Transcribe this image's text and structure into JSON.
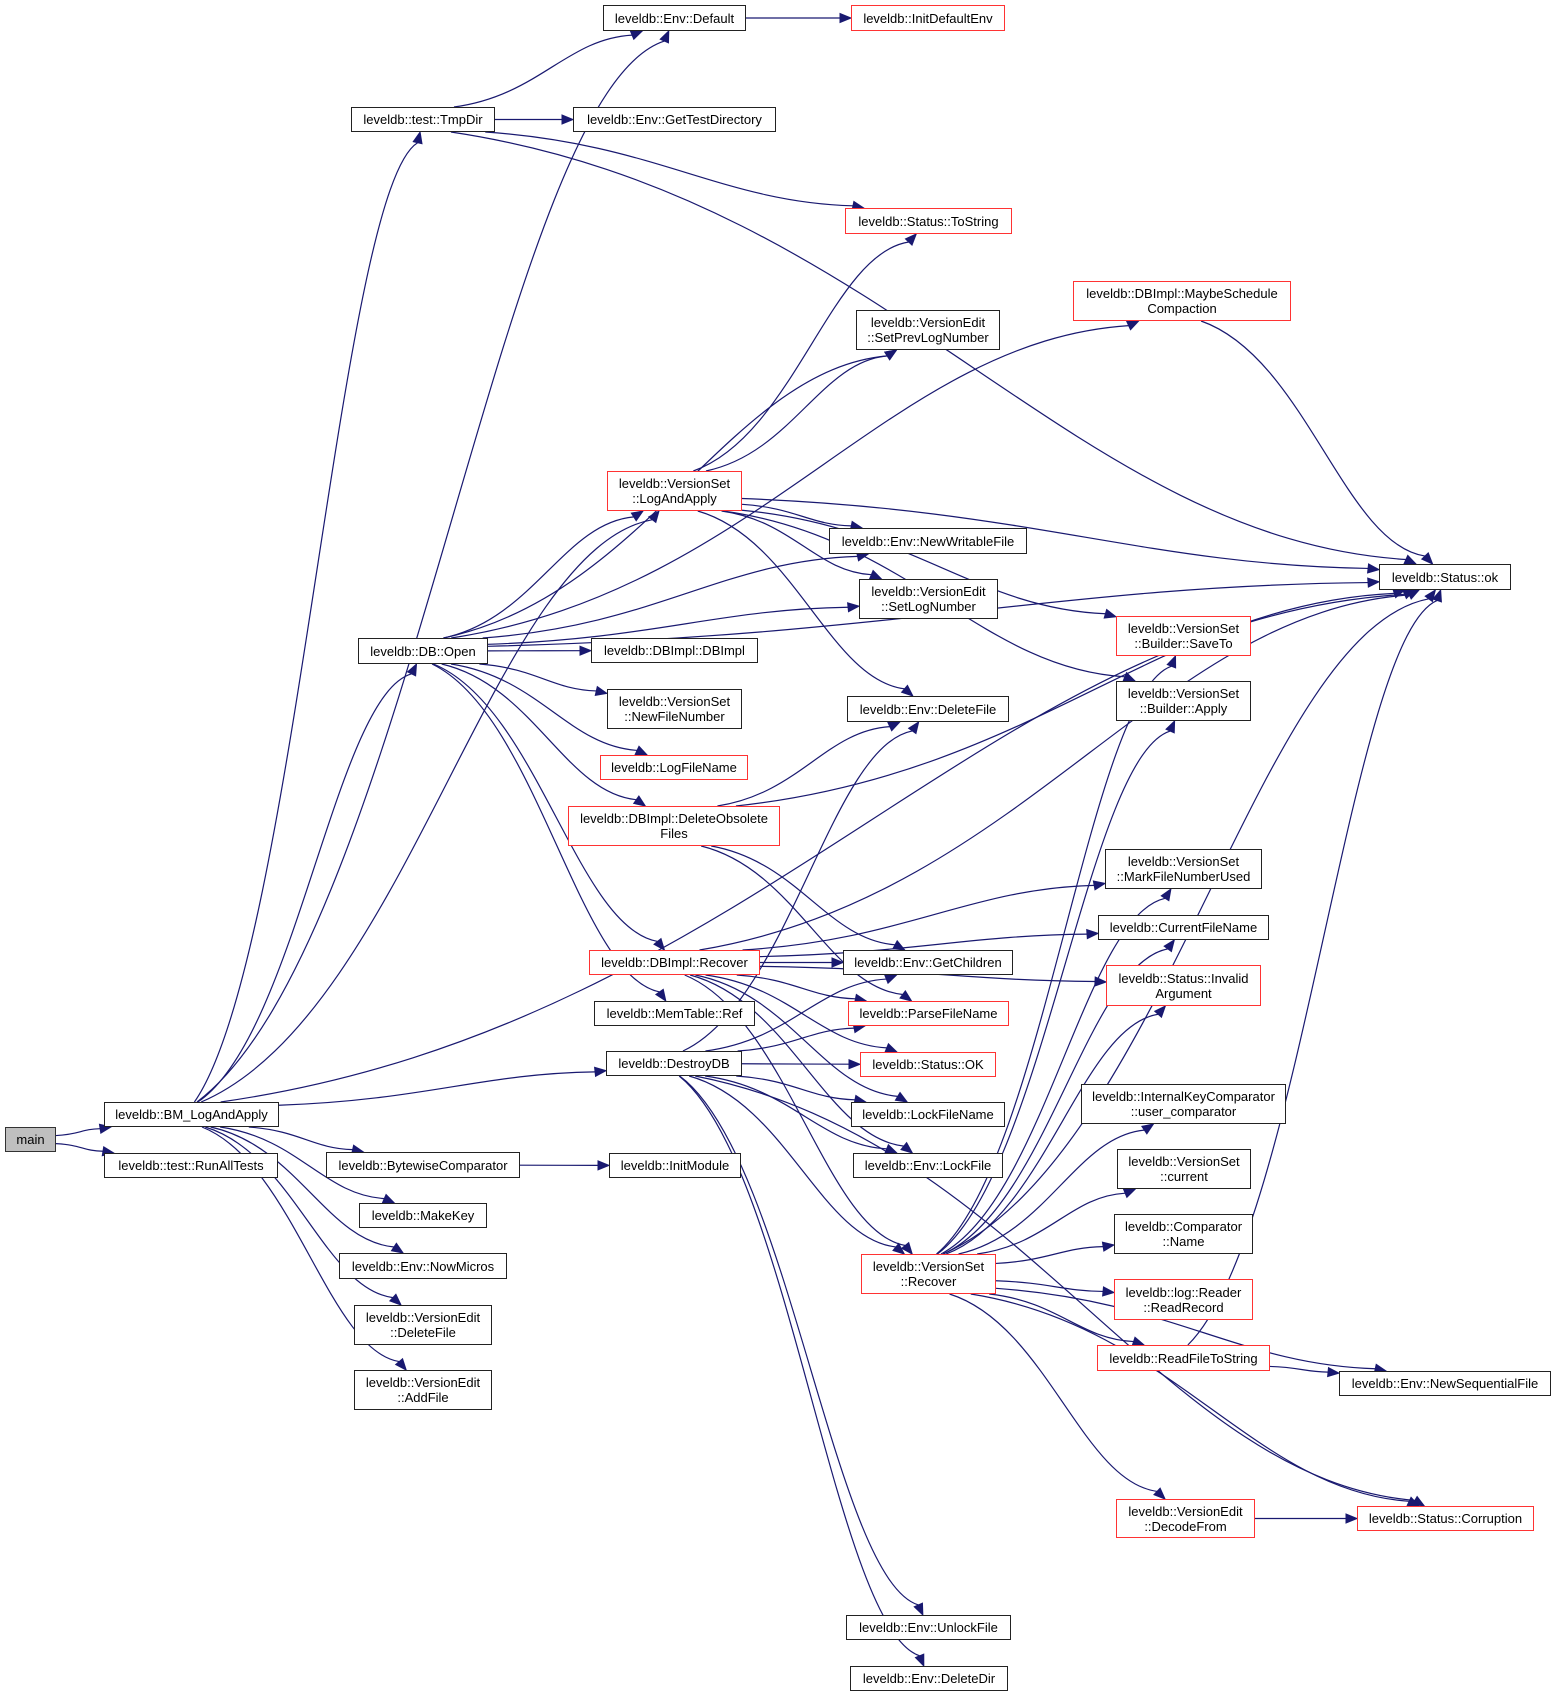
{
  "diagram": {
    "type": "call-graph",
    "colors": {
      "edge": "#191970",
      "node_border": "#222222",
      "node_border_truncated": "#ff3333",
      "root_fill": "#bfbfbf"
    },
    "nodes": [
      {
        "id": "main",
        "lines": [
          "main"
        ],
        "style": "root"
      },
      {
        "id": "bm_logandapply",
        "lines": [
          "leveldb::BM_LogAndApply"
        ],
        "style": "normal"
      },
      {
        "id": "runalltests",
        "lines": [
          "leveldb::test::RunAllTests"
        ],
        "style": "normal"
      },
      {
        "id": "tmpdir",
        "lines": [
          "leveldb::test::TmpDir"
        ],
        "style": "normal"
      },
      {
        "id": "env_default",
        "lines": [
          "leveldb::Env::Default"
        ],
        "style": "normal"
      },
      {
        "id": "initdefaultenv",
        "lines": [
          "leveldb::InitDefaultEnv"
        ],
        "style": "red"
      },
      {
        "id": "gettestdirectory",
        "lines": [
          "leveldb::Env::GetTestDirectory"
        ],
        "style": "normal"
      },
      {
        "id": "status_tostring",
        "lines": [
          "leveldb::Status::ToString"
        ],
        "style": "red"
      },
      {
        "id": "maybeschedule",
        "lines": [
          "leveldb::DBImpl::MaybeSchedule",
          "Compaction"
        ],
        "style": "red"
      },
      {
        "id": "setprevlognumber",
        "lines": [
          "leveldb::VersionEdit",
          "::SetPrevLogNumber"
        ],
        "style": "normal"
      },
      {
        "id": "vs_logandapply",
        "lines": [
          "leveldb::VersionSet",
          "::LogAndApply"
        ],
        "style": "red"
      },
      {
        "id": "newwritablefile",
        "lines": [
          "leveldb::Env::NewWritableFile"
        ],
        "style": "normal"
      },
      {
        "id": "status_ok_lower",
        "lines": [
          "leveldb::Status::ok"
        ],
        "style": "normal"
      },
      {
        "id": "setlognumber",
        "lines": [
          "leveldb::VersionEdit",
          "::SetLogNumber"
        ],
        "style": "normal"
      },
      {
        "id": "db_open",
        "lines": [
          "leveldb::DB::Open"
        ],
        "style": "normal"
      },
      {
        "id": "dbimpl_dbimpl",
        "lines": [
          "leveldb::DBImpl::DBImpl"
        ],
        "style": "normal"
      },
      {
        "id": "builder_saveto",
        "lines": [
          "leveldb::VersionSet",
          "::Builder::SaveTo"
        ],
        "style": "red"
      },
      {
        "id": "newfilenumber",
        "lines": [
          "leveldb::VersionSet",
          "::NewFileNumber"
        ],
        "style": "normal"
      },
      {
        "id": "env_deletefile",
        "lines": [
          "leveldb::Env::DeleteFile"
        ],
        "style": "normal"
      },
      {
        "id": "builder_apply",
        "lines": [
          "leveldb::VersionSet",
          "::Builder::Apply"
        ],
        "style": "normal"
      },
      {
        "id": "logfilename",
        "lines": [
          "leveldb::LogFileName"
        ],
        "style": "red"
      },
      {
        "id": "deleteobsolete",
        "lines": [
          "leveldb::DBImpl::DeleteObsolete",
          "Files"
        ],
        "style": "red"
      },
      {
        "id": "markfilenumberused",
        "lines": [
          "leveldb::VersionSet",
          "::MarkFileNumberUsed"
        ],
        "style": "normal"
      },
      {
        "id": "currentfilename",
        "lines": [
          "leveldb::CurrentFileName"
        ],
        "style": "normal"
      },
      {
        "id": "dbimpl_recover",
        "lines": [
          "leveldb::DBImpl::Recover"
        ],
        "style": "red"
      },
      {
        "id": "getchildren",
        "lines": [
          "leveldb::Env::GetChildren"
        ],
        "style": "normal"
      },
      {
        "id": "invalidargument",
        "lines": [
          "leveldb::Status::Invalid",
          "Argument"
        ],
        "style": "red"
      },
      {
        "id": "memtable_ref",
        "lines": [
          "leveldb::MemTable::Ref"
        ],
        "style": "normal"
      },
      {
        "id": "parsefilename",
        "lines": [
          "leveldb::ParseFileName"
        ],
        "style": "red"
      },
      {
        "id": "destroydb",
        "lines": [
          "leveldb::DestroyDB"
        ],
        "style": "normal"
      },
      {
        "id": "status_ok_upper",
        "lines": [
          "leveldb::Status::OK"
        ],
        "style": "red"
      },
      {
        "id": "lockfilename",
        "lines": [
          "leveldb::LockFileName"
        ],
        "style": "normal"
      },
      {
        "id": "internalkeycmp",
        "lines": [
          "leveldb::InternalKeyComparator",
          "::user_comparator"
        ],
        "style": "normal"
      },
      {
        "id": "bytewisecmp",
        "lines": [
          "leveldb::BytewiseComparator"
        ],
        "style": "normal"
      },
      {
        "id": "initmodule",
        "lines": [
          "leveldb::InitModule"
        ],
        "style": "normal"
      },
      {
        "id": "env_lockfile",
        "lines": [
          "leveldb::Env::LockFile"
        ],
        "style": "normal"
      },
      {
        "id": "vs_current",
        "lines": [
          "leveldb::VersionSet",
          "::current"
        ],
        "style": "normal"
      },
      {
        "id": "makekey",
        "lines": [
          "leveldb::MakeKey"
        ],
        "style": "normal"
      },
      {
        "id": "nowmicros",
        "lines": [
          "leveldb::Env::NowMicros"
        ],
        "style": "normal"
      },
      {
        "id": "comparator_name",
        "lines": [
          "leveldb::Comparator",
          "::Name"
        ],
        "style": "normal"
      },
      {
        "id": "vs_recover",
        "lines": [
          "leveldb::VersionSet",
          "::Recover"
        ],
        "style": "red"
      },
      {
        "id": "ve_deletefile",
        "lines": [
          "leveldb::VersionEdit",
          "::DeleteFile"
        ],
        "style": "normal"
      },
      {
        "id": "readrecord",
        "lines": [
          "leveldb::log::Reader",
          "::ReadRecord"
        ],
        "style": "red"
      },
      {
        "id": "readfiletostring",
        "lines": [
          "leveldb::ReadFileToString"
        ],
        "style": "red"
      },
      {
        "id": "newsequentialfile",
        "lines": [
          "leveldb::Env::NewSequentialFile"
        ],
        "style": "normal"
      },
      {
        "id": "ve_addfile",
        "lines": [
          "leveldb::VersionEdit",
          "::AddFile"
        ],
        "style": "normal"
      },
      {
        "id": "decodefrom",
        "lines": [
          "leveldb::VersionEdit",
          "::DecodeFrom"
        ],
        "style": "red"
      },
      {
        "id": "status_corruption",
        "lines": [
          "leveldb::Status::Corruption"
        ],
        "style": "red"
      },
      {
        "id": "unlockfile",
        "lines": [
          "leveldb::Env::UnlockFile"
        ],
        "style": "normal"
      },
      {
        "id": "deletedir",
        "lines": [
          "leveldb::Env::DeleteDir"
        ],
        "style": "normal"
      }
    ],
    "edges": [
      [
        "main",
        "bm_logandapply"
      ],
      [
        "main",
        "runalltests"
      ],
      [
        "bm_logandapply",
        "env_default"
      ],
      [
        "bm_logandapply",
        "tmpdir"
      ],
      [
        "bm_logandapply",
        "vs_logandapply"
      ],
      [
        "bm_logandapply",
        "db_open"
      ],
      [
        "bm_logandapply",
        "destroydb"
      ],
      [
        "bm_logandapply",
        "status_ok_lower"
      ],
      [
        "bm_logandapply",
        "bytewisecmp"
      ],
      [
        "bm_logandapply",
        "makekey"
      ],
      [
        "bm_logandapply",
        "nowmicros"
      ],
      [
        "bm_logandapply",
        "ve_deletefile"
      ],
      [
        "bm_logandapply",
        "ve_addfile"
      ],
      [
        "tmpdir",
        "env_default"
      ],
      [
        "tmpdir",
        "gettestdirectory"
      ],
      [
        "tmpdir",
        "status_tostring"
      ],
      [
        "tmpdir",
        "status_ok_lower"
      ],
      [
        "env_default",
        "initdefaultenv"
      ],
      [
        "db_open",
        "status_ok_lower"
      ],
      [
        "db_open",
        "maybeschedule"
      ],
      [
        "db_open",
        "setprevlognumber"
      ],
      [
        "db_open",
        "vs_logandapply"
      ],
      [
        "db_open",
        "newwritablefile"
      ],
      [
        "db_open",
        "setlognumber"
      ],
      [
        "db_open",
        "dbimpl_dbimpl"
      ],
      [
        "db_open",
        "newfilenumber"
      ],
      [
        "db_open",
        "logfilename"
      ],
      [
        "db_open",
        "deleteobsolete"
      ],
      [
        "db_open",
        "dbimpl_recover"
      ],
      [
        "db_open",
        "memtable_ref"
      ],
      [
        "maybeschedule",
        "status_ok_lower"
      ],
      [
        "vs_logandapply",
        "status_tostring"
      ],
      [
        "vs_logandapply",
        "setprevlognumber"
      ],
      [
        "vs_logandapply",
        "status_ok_lower"
      ],
      [
        "vs_logandapply",
        "newwritablefile"
      ],
      [
        "vs_logandapply",
        "setlognumber"
      ],
      [
        "vs_logandapply",
        "env_deletefile"
      ],
      [
        "vs_logandapply",
        "builder_saveto"
      ],
      [
        "vs_logandapply",
        "builder_apply"
      ],
      [
        "deleteobsolete",
        "status_ok_lower"
      ],
      [
        "deleteobsolete",
        "env_deletefile"
      ],
      [
        "deleteobsolete",
        "getchildren"
      ],
      [
        "deleteobsolete",
        "parsefilename"
      ],
      [
        "dbimpl_recover",
        "status_ok_lower"
      ],
      [
        "dbimpl_recover",
        "markfilenumberused"
      ],
      [
        "dbimpl_recover",
        "currentfilename"
      ],
      [
        "dbimpl_recover",
        "invalidargument"
      ],
      [
        "dbimpl_recover",
        "getchildren"
      ],
      [
        "dbimpl_recover",
        "parsefilename"
      ],
      [
        "dbimpl_recover",
        "status_ok_upper"
      ],
      [
        "dbimpl_recover",
        "lockfilename"
      ],
      [
        "dbimpl_recover",
        "env_lockfile"
      ],
      [
        "dbimpl_recover",
        "vs_recover"
      ],
      [
        "destroydb",
        "env_deletefile"
      ],
      [
        "destroydb",
        "getchildren"
      ],
      [
        "destroydb",
        "parsefilename"
      ],
      [
        "destroydb",
        "status_ok_upper"
      ],
      [
        "destroydb",
        "lockfilename"
      ],
      [
        "destroydb",
        "env_lockfile"
      ],
      [
        "destroydb",
        "unlockfile"
      ],
      [
        "destroydb",
        "deletedir"
      ],
      [
        "destroydb",
        "status_corruption"
      ],
      [
        "destroydb",
        "vs_recover"
      ],
      [
        "bytewisecmp",
        "initmodule"
      ],
      [
        "vs_recover",
        "status_ok_lower"
      ],
      [
        "vs_recover",
        "builder_saveto"
      ],
      [
        "vs_recover",
        "builder_apply"
      ],
      [
        "vs_recover",
        "markfilenumberused"
      ],
      [
        "vs_recover",
        "currentfilename"
      ],
      [
        "vs_recover",
        "invalidargument"
      ],
      [
        "vs_recover",
        "internalkeycmp"
      ],
      [
        "vs_recover",
        "vs_current"
      ],
      [
        "vs_recover",
        "comparator_name"
      ],
      [
        "vs_recover",
        "readrecord"
      ],
      [
        "vs_recover",
        "readfiletostring"
      ],
      [
        "vs_recover",
        "newsequentialfile"
      ],
      [
        "vs_recover",
        "decodefrom"
      ],
      [
        "vs_recover",
        "status_corruption"
      ],
      [
        "readfiletostring",
        "status_ok_lower"
      ],
      [
        "readfiletostring",
        "newsequentialfile"
      ],
      [
        "decodefrom",
        "status_corruption"
      ]
    ]
  }
}
